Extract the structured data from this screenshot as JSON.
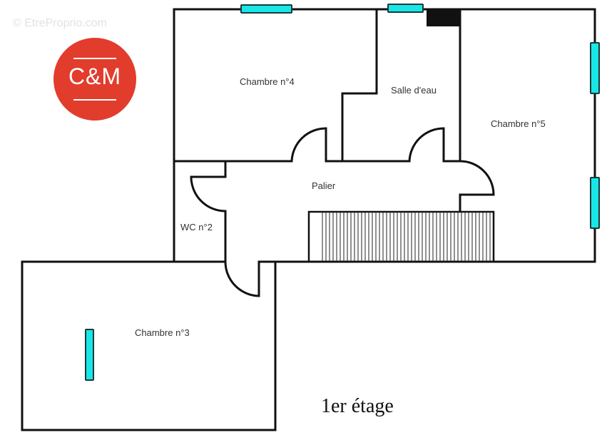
{
  "watermark": "© EtreProprio.com",
  "logo": {
    "text": "C&M",
    "color": "#e23c2c"
  },
  "floor_label": "1er étage",
  "rooms": [
    {
      "id": "chambre-4",
      "label": "Chambre n°4"
    },
    {
      "id": "salle-d-eau",
      "label": "Salle d'eau"
    },
    {
      "id": "chambre-5",
      "label": "Chambre n°5"
    },
    {
      "id": "palier",
      "label": "Palier"
    },
    {
      "id": "wc-2",
      "label": "WC n°2"
    },
    {
      "id": "chambre-3",
      "label": "Chambre n°3"
    }
  ],
  "colors": {
    "window": "#19e6e6",
    "wall": "#111111",
    "logo": "#e23c2c"
  }
}
